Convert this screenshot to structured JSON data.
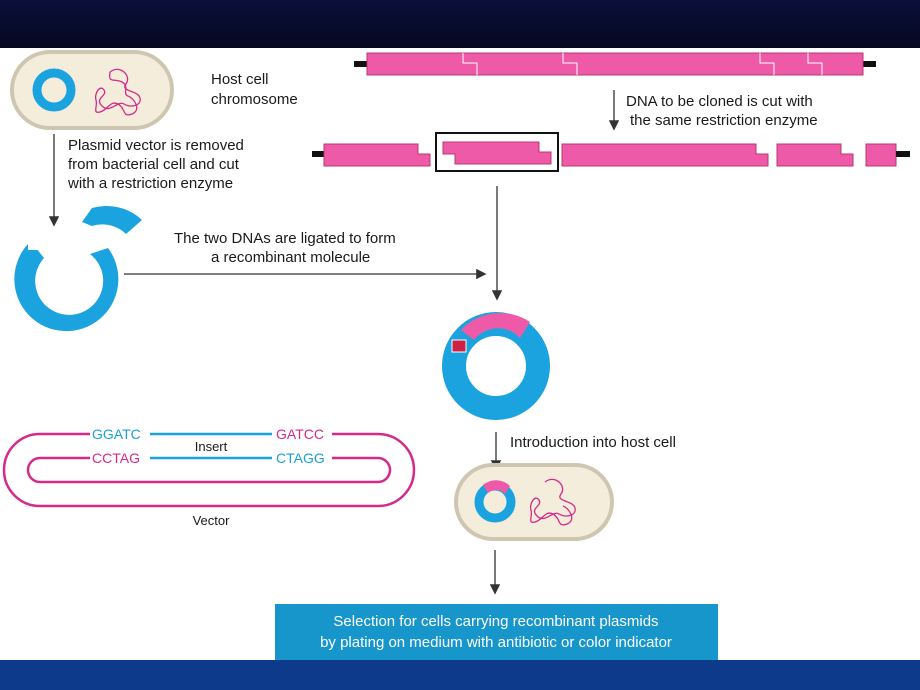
{
  "labels": {
    "host_cell_line1": "Host cell",
    "host_cell_line2": "chromosome",
    "dna_cut_line1": "DNA to be cloned is cut with",
    "dna_cut_line2": "the same restriction enzyme",
    "plasmid_line1": "Plasmid vector is removed",
    "plasmid_line2": "from bacterial cell and cut",
    "plasmid_line3": "with a restriction enzyme",
    "ligate_line1": "The two DNAs are ligated to form",
    "ligate_line2": "a recombinant molecule",
    "introduction": "Introduction into host cell",
    "selection_line1": "Selection for cells carrying recombinant plasmids",
    "selection_line2": "by plating on medium with antibiotic or color indicator"
  },
  "sequence_detail": {
    "top_left": "GGATC",
    "top_right": "GATCC",
    "bottom_left": "CCTAG",
    "bottom_right": "CTAGG",
    "insert_label": "Insert",
    "vector_label": "Vector"
  },
  "colors": {
    "pink": "#ef5aa8",
    "blue": "#1aa3de",
    "selection_box": "#1796cc",
    "header": "#070b2a",
    "footer": "#0e3a8c"
  }
}
